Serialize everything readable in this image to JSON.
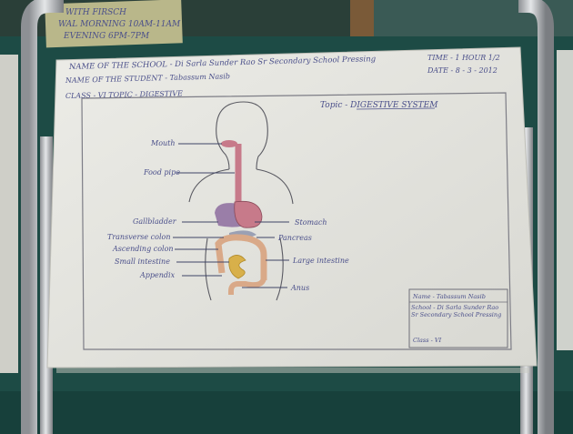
{
  "notice": {
    "lines": [
      "WITH FIRSCH",
      "WAL MORNING 10AM-11AM",
      "EVENING 6PM-7PM"
    ]
  },
  "poster": {
    "header": {
      "school": "NAME OF THE SCHOOL - Di Sarla Sunder Rao Sr Secondary School Pressing",
      "student": "NAME OF THE STUDENT - Tabassum Nasib",
      "class_topic": "CLASS - VI     TOPIC - DIGESTIVE",
      "time": "TIME - 1 HOUR 1/2",
      "date": "DATE - 8 - 3 - 2012"
    },
    "topic_title": "Topic - DIGESTIVE SYSTEM",
    "labels_left": [
      "Mouth",
      "Food pipe",
      "Gallbladder",
      "Transverse colon",
      "Ascending colon",
      "Small intestine",
      "Appendix"
    ],
    "labels_right": [
      "Stomach",
      "Pancreas",
      "Large intestine",
      "Anus"
    ],
    "info_box": {
      "name": "Name - Tabassum Nasib",
      "school": "School - Di Sarla Sunder Rao Sr Secondary School Pressing",
      "class": "Class - VI"
    }
  },
  "colors": {
    "background_wall": "#1c4a44",
    "poster_paper": "#e6e6e0",
    "stand_pole": "#c9ccd0",
    "stomach": "#c77a8a",
    "liver": "#9a7ea8",
    "small_intestine": "#d8b04a"
  }
}
